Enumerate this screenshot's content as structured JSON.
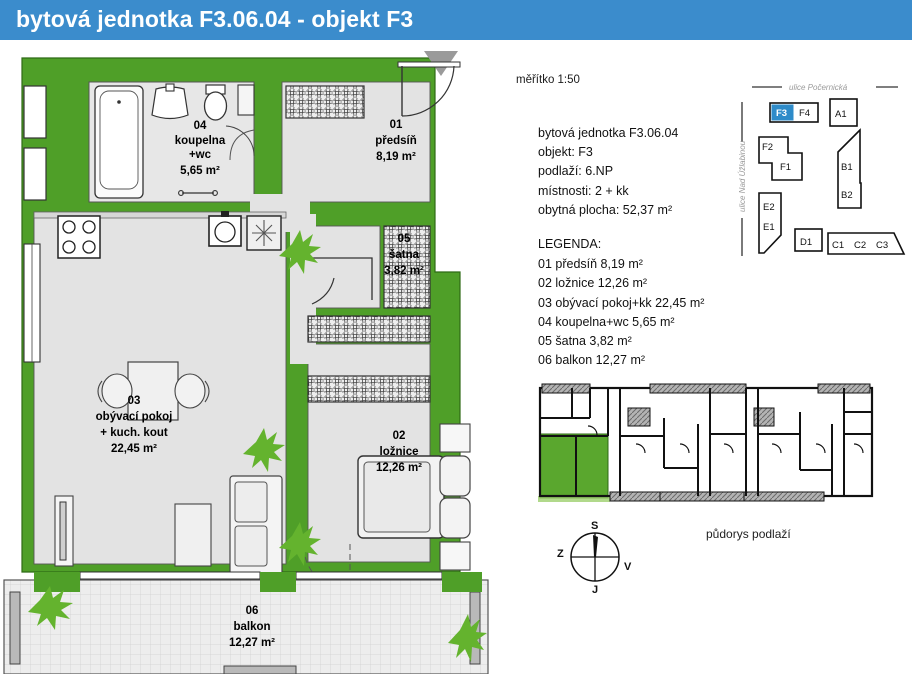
{
  "header": {
    "title": "bytová jednotka F3.06.04  - objekt F3",
    "bg_color": "#3b8ccc"
  },
  "scale": {
    "label": "měřítko 1:50"
  },
  "info": {
    "lines": [
      "bytová jednotka F3.06.04",
      "objekt: F3",
      "podlaží: 6.NP",
      "místnosti: 2 + kk",
      "obytná plocha: 52,37 m²"
    ]
  },
  "legend": {
    "title": "LEGENDA:",
    "items": [
      "01 předsíň 8,19 m²",
      "02 ložnice 12,26 m²",
      "03 obývací pokoj+kk 22,45 m²",
      "04 koupelna+wc 5,65 m²",
      "05 šatna 3,82 m²",
      "06 balkon 12,27 m²"
    ]
  },
  "rooms": [
    {
      "number": "01",
      "name": "předsíň",
      "area": "8,19 m²"
    },
    {
      "number": "02",
      "name": "ložnice",
      "area": "12,26 m²"
    },
    {
      "number": "03",
      "name": "obývací pokoj",
      "name2": "+ kuch. kout",
      "area": "22,45 m²"
    },
    {
      "number": "04",
      "name": "koupelna",
      "name2": "+wc",
      "area": "5,65 m²"
    },
    {
      "number": "05",
      "name": "šatna",
      "area": "3,82 m²"
    },
    {
      "number": "06",
      "name": "balkon",
      "area": "12,27 m²"
    }
  ],
  "site_plan": {
    "street_top": "ulice Počernická",
    "street_left": "ulice Nad Úžlabinou",
    "highlighted": "F3",
    "highlight_color": "#2e8bc9",
    "buildings": [
      "F3",
      "F4",
      "A1",
      "F2",
      "F1",
      "B1",
      "B2",
      "E2",
      "E1",
      "D1",
      "C1",
      "C2",
      "C3"
    ]
  },
  "floor_thumbnail": {
    "caption": "půdorys podlaží",
    "highlight_color": "#5aa72e"
  },
  "compass": {
    "north": "S",
    "south": "J",
    "east": "V",
    "west": "Z"
  },
  "colors": {
    "wall_green": "#4f9f28",
    "floor_gray": "#e3e3e3",
    "balcony_gray": "#ededed",
    "header_blue": "#3b8ccc",
    "plant_green": "#64b32e"
  }
}
